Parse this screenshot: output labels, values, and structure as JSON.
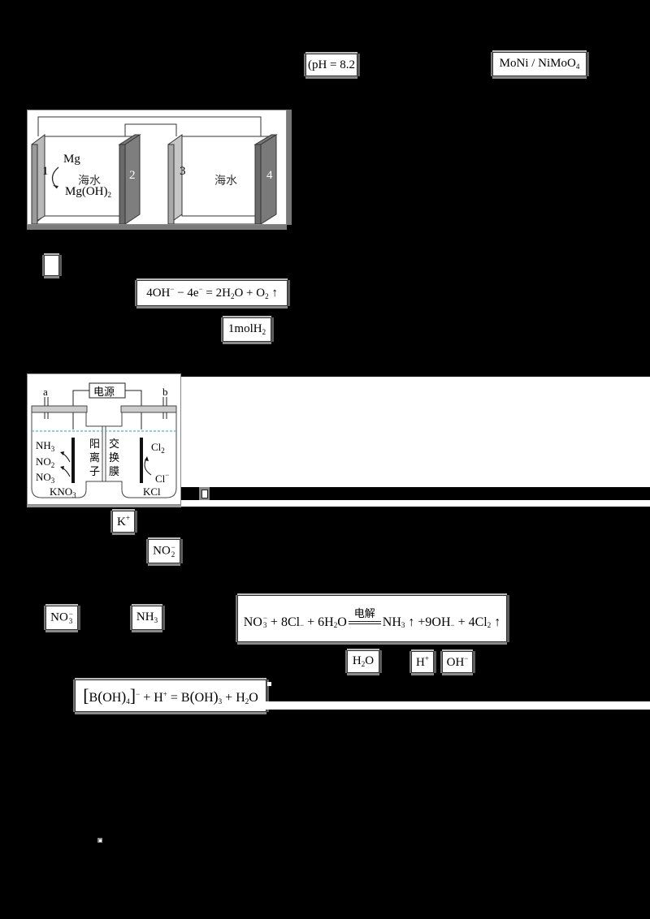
{
  "top_row": {
    "ph_box": "(pH = 8.2",
    "catalyst_box": "MoNi / NiMoO",
    "catalyst_sub": "4"
  },
  "figure1": {
    "electrode_labels": [
      "1",
      "2",
      "3",
      "4"
    ],
    "left_cell_label": "海水",
    "right_cell_label": "海水",
    "mg_label": "Mg",
    "mg_oh2_label": "Mg(OH)",
    "mg_oh2_sub": "2"
  },
  "section2": {
    "blank_box": "",
    "anode_equation": {
      "lhs": "4OH",
      "minus_e": "− 4e",
      "rhs": "= 2H",
      "h2o_sub": "2",
      "rhs2": "O + O",
      "o2_sub": "2",
      "arrow": "↑"
    },
    "h2_box": "1molH",
    "h2_sub": "2"
  },
  "figure2": {
    "power_label": "电源",
    "terminal_a": "a",
    "terminal_b": "b",
    "membrane_left": [
      "阳",
      "离",
      "子"
    ],
    "membrane_right": [
      "交",
      "换",
      "膜"
    ],
    "left_species": [
      "NH",
      "NO",
      "NO"
    ],
    "left_subs": [
      "3",
      "2",
      "3"
    ],
    "left_electrolyte": "KNO",
    "left_electrolyte_sub": "3",
    "right_species_top": "Cl",
    "right_species_top_sub": "2",
    "right_species_bottom": "Cl",
    "right_electrolyte": "KCl",
    "water_line_color": "#4bb3c8"
  },
  "ion_boxes": {
    "k_plus": "K",
    "no2_minus": "NO",
    "no2_sub": "2",
    "no3_minus": "NO",
    "no3_sub": "3",
    "nh3": "NH",
    "nh3_sub": "3"
  },
  "overall_equation": {
    "condition": "电解",
    "part1": "NO",
    "part1_sub": "3",
    "part2": "+ 8Cl",
    "part3": "+ 6H",
    "part3_sub": "2",
    "part3b": "O",
    "part4": "NH",
    "part4_sub": "3",
    "part5": "↑ +9OH",
    "part6": "+ 4Cl",
    "part6_sub": "2",
    "arrow": "↑"
  },
  "small_boxes": {
    "h2o": "H",
    "h2o_sub": "2",
    "h2o_tail": "O",
    "h_plus": "H",
    "oh_minus": "OH"
  },
  "boron_equation": {
    "text_a": "B",
    "text_b": "OH",
    "sub4": "4",
    "text_c": "+ H",
    "text_d": "= B",
    "text_e": "OH",
    "sub3": "3",
    "text_f": "+ H",
    "sub2": "2",
    "text_g": "O"
  }
}
